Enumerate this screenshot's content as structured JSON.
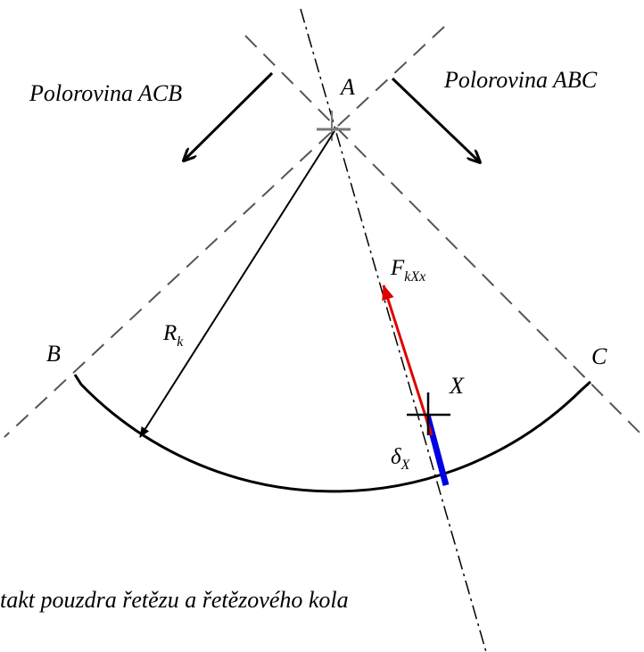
{
  "labels": {
    "half_plane_left": "Polorovina ACB",
    "half_plane_right": "Polorovina ABC",
    "point_a": "A",
    "point_b": "B",
    "point_c": "C",
    "point_x": "X",
    "radius_main": "R",
    "radius_sub": "k",
    "force_main": "F",
    "force_sub": "kXx",
    "delta_main": "δ",
    "delta_sub": "X",
    "caption": "takt pouzdra řetězu a řetězového kola"
  },
  "colors": {
    "force_arrow": "#e00000",
    "deformation": "#0000e0",
    "lines": "#000000",
    "dashed": "#555555"
  }
}
